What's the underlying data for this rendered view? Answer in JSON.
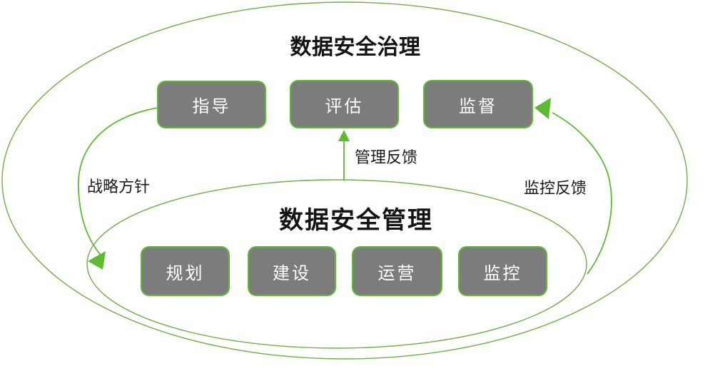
{
  "diagram": {
    "outer_title": "数据安全治理",
    "inner_title": "数据安全管理",
    "governance_boxes": [
      {
        "label": "指导"
      },
      {
        "label": "评估"
      },
      {
        "label": "监督"
      }
    ],
    "management_boxes": [
      {
        "label": "规划"
      },
      {
        "label": "建设"
      },
      {
        "label": "运营"
      },
      {
        "label": "监控"
      }
    ],
    "connectors": [
      {
        "label": "战略方针"
      },
      {
        "label": "管理反馈"
      },
      {
        "label": "监控反馈"
      }
    ],
    "colors": {
      "ellipse_green": "#70AD47",
      "arrow_green": "#5CBB2F",
      "box_fill": "#7C7C7C",
      "box_border": "#5CBB2F",
      "box_text": "#FFFFFF",
      "label_text": "#1A1A1A"
    }
  }
}
